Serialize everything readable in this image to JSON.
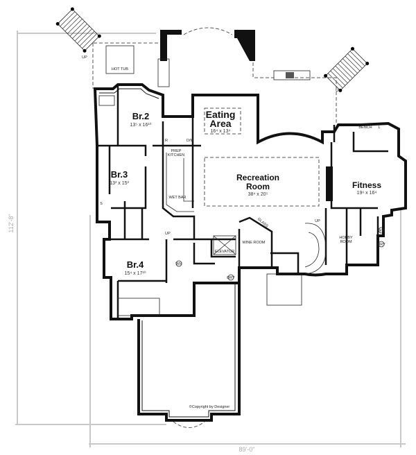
{
  "plan": {
    "overall_width": "89'-0\"",
    "overall_depth": "112'-8\"",
    "copyright": "©Copyright by Designer",
    "rooms": {
      "hot_tub": "HOT TUB",
      "eating": {
        "name1": "Eating",
        "name2": "Area",
        "size": "16⁴ x 13⁴"
      },
      "br2": {
        "name": "Br.2",
        "size": "13⁵ x 16¹⁰"
      },
      "br3": {
        "name": "Br.3",
        "size": "13³ x 15³"
      },
      "br4": {
        "name": "Br.4",
        "size": "15⁴ x 17¹⁰"
      },
      "recreation": {
        "name1": "Recreation",
        "name2": "Room",
        "size": "38⁴ x 20⁵"
      },
      "fitness": {
        "name": "Fitness",
        "size": "19⁶ x 16⁴"
      },
      "prep_kitchen": {
        "line1": "PREP",
        "line2": "KITCHEN"
      },
      "wet_bar": "WET BAR",
      "wine_room": "WINE ROOM",
      "hobby_room": {
        "line1": "HOBBY",
        "line2": "ROOM"
      },
      "elevator": "ELEVATOR",
      "glass": "GLASS",
      "bench": "BENCH"
    },
    "fixtures": {
      "r": "R",
      "dm": "D/M",
      "s": "S",
      "l": "L",
      "wh": "WH",
      "dry": "DRY"
    },
    "stairs_label": "UP"
  }
}
